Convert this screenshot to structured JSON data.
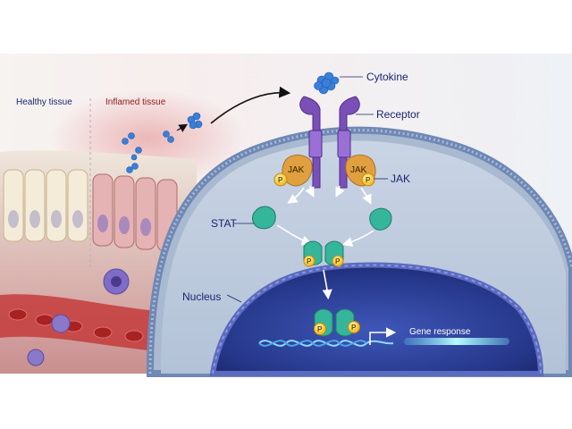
{
  "labels": {
    "healthy_tissue": "Healthy tissue",
    "inflamed_tissue": "Inflamed tissue",
    "cytokine": "Cytokine",
    "receptor": "Receptor",
    "jak_left": "JAK",
    "jak_right": "JAK",
    "jak_callout": "JAK",
    "stat": "STAT",
    "nucleus": "Nucleus",
    "gene_response": "Gene response",
    "phospho": "P"
  },
  "colors": {
    "healthy_label": "#1c2570",
    "inflamed_label": "#8a1c1c",
    "receptor": "#7b4fb8",
    "jak": "#e0a040",
    "stat": "#35b59a",
    "phospho": "#f4c430",
    "cytokine": "#3a7fd8",
    "nucleus": "#2c3e8e",
    "gene_glow": "#7ff0ff"
  },
  "icons": {
    "cytokine": "blue-molecule-cluster-icon",
    "jak": "jak-kinase-icon",
    "stat": "stat-protein-icon",
    "phosphate": "phosphate-badge-icon",
    "dna": "dna-helix-icon"
  }
}
